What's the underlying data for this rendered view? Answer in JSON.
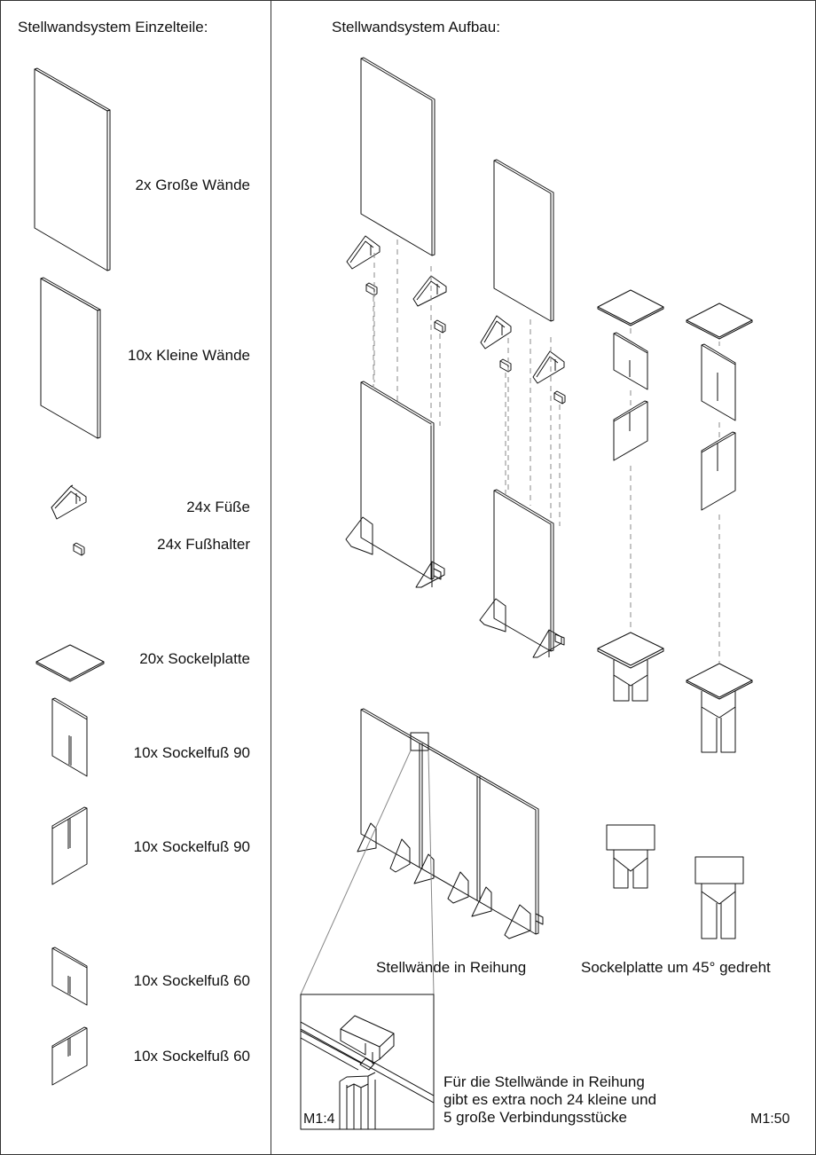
{
  "left_title": "Stellwandsystem Einzelteile:",
  "right_title": "Stellwandsystem Aufbau:",
  "parts": [
    {
      "label": "2x Große Wände"
    },
    {
      "label": "10x Kleine Wände"
    },
    {
      "label": "24x Füße"
    },
    {
      "label": "24x Fußhalter"
    },
    {
      "label": "20x Sockelplatte"
    },
    {
      "label": "10x Sockelfuß 90"
    },
    {
      "label": "10x Sockelfuß 90"
    },
    {
      "label": "10x Sockelfuß 60"
    },
    {
      "label": "10x Sockelfuß 60"
    }
  ],
  "captions": {
    "row": "Stellwände in Reihung",
    "rotated": "Sockelplatte um 45° gedreht"
  },
  "detail_scale": "M1:4",
  "note_lines": [
    "Für die Stellwände in Reihung",
    "gibt es extra noch 24 kleine und",
    "5 große Verbindungsstücke"
  ],
  "sheet_scale": "M1:50"
}
